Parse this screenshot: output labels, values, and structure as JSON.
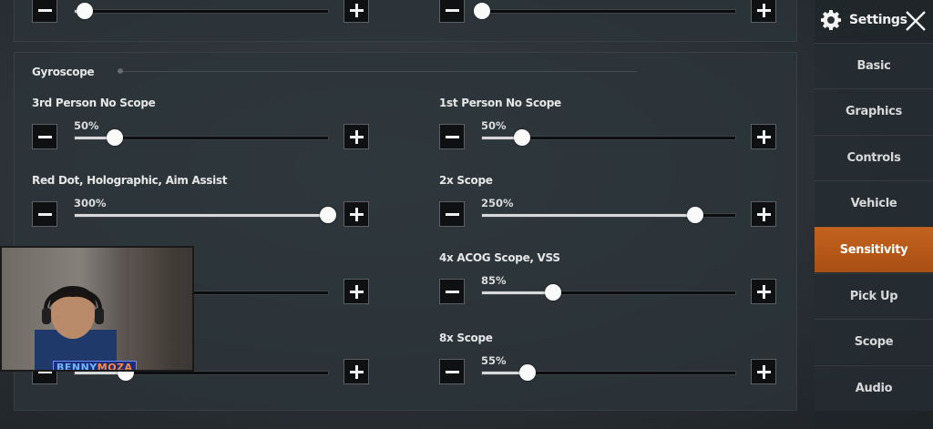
{
  "sidebar": {
    "title": "Settings",
    "items": [
      {
        "label": "Basic",
        "active": false
      },
      {
        "label": "Graphics",
        "active": false
      },
      {
        "label": "Controls",
        "active": false
      },
      {
        "label": "Vehicle",
        "active": false
      },
      {
        "label": "Sensitivity",
        "active": true
      },
      {
        "label": "Pick Up",
        "active": false
      },
      {
        "label": "Scope",
        "active": false
      },
      {
        "label": "Audio",
        "active": false
      }
    ],
    "accent_color": "#c4621e"
  },
  "top_sliders": [
    {
      "fraction": 0.04
    },
    {
      "fraction": 0.0
    }
  ],
  "gyroscope": {
    "title": "Gyroscope",
    "settings": [
      {
        "label": "3rd Person No Scope",
        "value": "50%",
        "fraction": 0.16
      },
      {
        "label": "1st Person No Scope",
        "value": "50%",
        "fraction": 0.16
      },
      {
        "label": "Red Dot, Holographic, Aim Assist",
        "value": "300%",
        "fraction": 1.0
      },
      {
        "label": "2x Scope",
        "value": "250%",
        "fraction": 0.84
      },
      {
        "label": "",
        "value": "",
        "fraction": 0.27
      },
      {
        "label": "4x ACOG Scope, VSS",
        "value": "85%",
        "fraction": 0.28
      },
      {
        "label": "",
        "value": "",
        "fraction": 0.2
      },
      {
        "label": "8x Scope",
        "value": "55%",
        "fraction": 0.18
      }
    ]
  },
  "webcam": {
    "brand_part1": "BENNY",
    "brand_part2": "MOZA"
  }
}
